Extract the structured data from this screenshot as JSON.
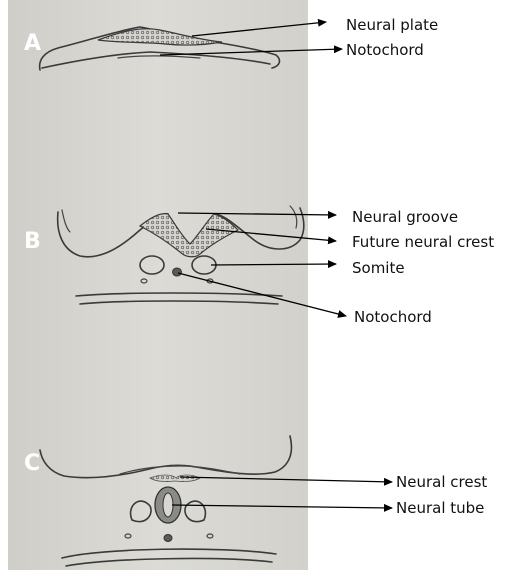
{
  "panels": {
    "a": {
      "letter": "A",
      "labels": {
        "neural_plate": "Neural plate",
        "notochord": "Notochord"
      }
    },
    "b": {
      "letter": "B",
      "labels": {
        "neural_groove": "Neural groove",
        "future_neural_crest": "Future neural crest",
        "somite": "Somite",
        "notochord": "Notochord"
      }
    },
    "c": {
      "letter": "C",
      "labels": {
        "neural_crest": "Neural crest",
        "neural_tube": "Neural tube"
      }
    }
  },
  "colors": {
    "paper": "#d7d6d1",
    "pencil": "#3a3a3a",
    "label_text": "#111111",
    "letter": "#ffffff"
  }
}
